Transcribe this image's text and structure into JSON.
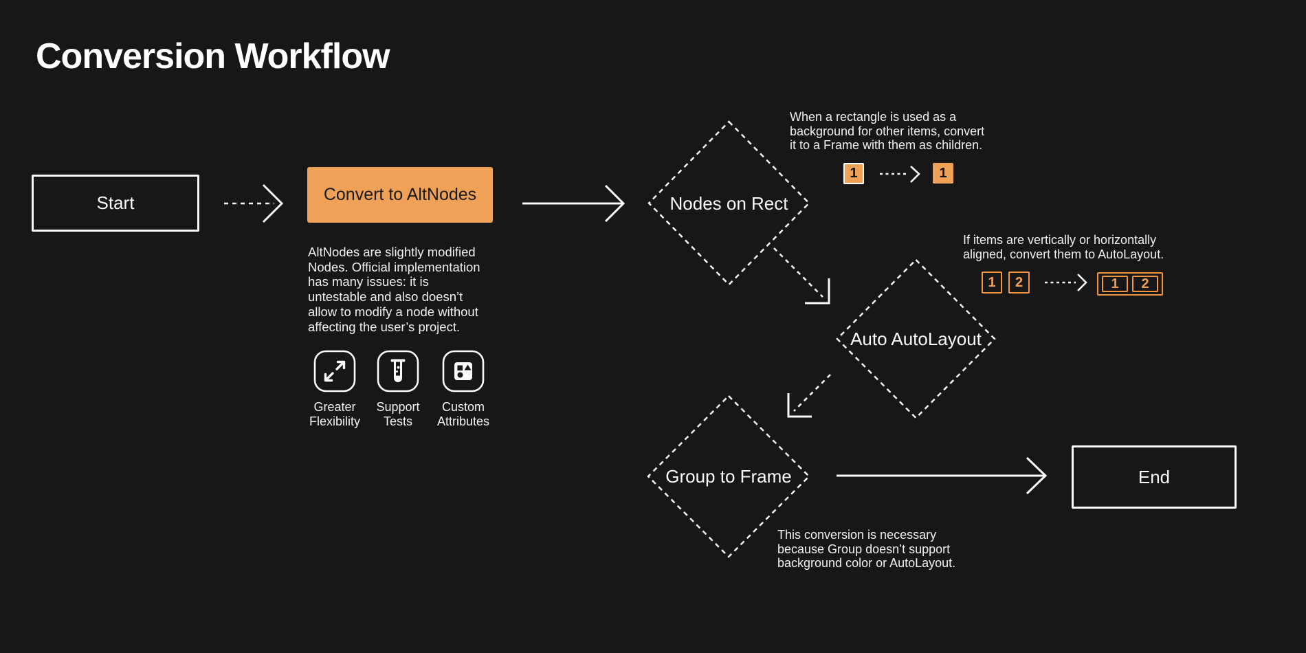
{
  "title": "Conversion Workflow",
  "colors": {
    "background": "#171717",
    "accent_orange": "#f0a158",
    "orange_outline": "#f2953f",
    "stroke_white": "#fafafa",
    "text_on_orange": "#1a1a1a"
  },
  "nodes": {
    "start": "Start",
    "convert_to_altnodes": "Convert to AltNodes",
    "nodes_on_rect": "Nodes on Rect",
    "auto_autolayout": "Auto AutoLayout",
    "group_to_frame": "Group to Frame",
    "end": "End"
  },
  "altnodes_note": {
    "lines": [
      "AltNodes are slightly modified",
      "Nodes. Official implementation",
      "has many issues: it is",
      "untestable and also doesn’t",
      "allow to modify a node without",
      "affecting the user’s project."
    ],
    "features": [
      {
        "icon": "expand-arrows-icon",
        "label_lines": [
          "Greater",
          "Flexibility"
        ]
      },
      {
        "icon": "test-tube-icon",
        "label_lines": [
          "Support",
          "Tests"
        ]
      },
      {
        "icon": "shapes-icon",
        "label_lines": [
          "Custom",
          "Attributes"
        ]
      }
    ]
  },
  "annotation_rect_to_frame": {
    "lines": [
      "When a rectangle is used as a",
      "background for other items, convert",
      "it to a Frame with them as children."
    ],
    "before_label": "1",
    "after_label": "1"
  },
  "annotation_autolayout": {
    "lines": [
      "If items are vertically or horizontally",
      "aligned, convert them to AutoLayout."
    ],
    "before_labels": [
      "1",
      "2"
    ],
    "after_labels": [
      "1",
      "2"
    ]
  },
  "annotation_group": {
    "lines": [
      "This conversion is necessary",
      "because Group doesn’t support",
      "background color or AutoLayout."
    ]
  }
}
